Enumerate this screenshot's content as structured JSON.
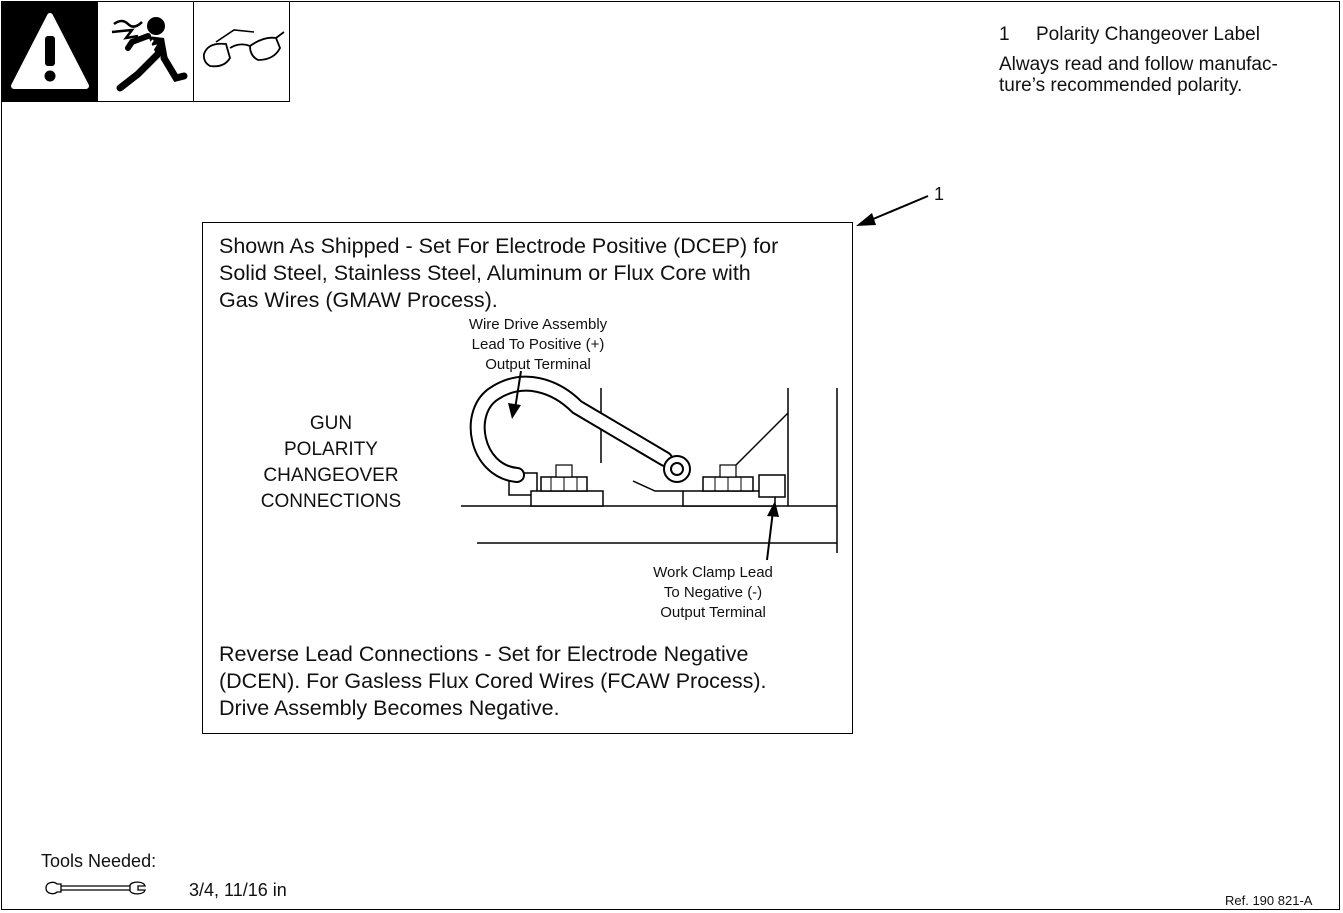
{
  "hazard_icons": [
    {
      "name": "warning-icon"
    },
    {
      "name": "electric-shock-icon"
    },
    {
      "name": "safety-glasses-icon"
    }
  ],
  "legend": {
    "number": "1",
    "title": "Polarity Changeover Label",
    "description": "Always read and follow manufac-\nture’s recommended polarity."
  },
  "pointer_number": "1",
  "label": {
    "top_text": "Shown As Shipped - Set For Electrode Positive (DCEP) for\nSolid Steel, Stainless Steel, Aluminum or Flux Core with\nGas Wires (GMAW Process).",
    "gun_title": "GUN\nPOLARITY\nCHANGEOVER\nCONNECTIONS",
    "callout_positive": "Wire Drive Assembly\nLead To Positive (+)\nOutput Terminal",
    "callout_negative": "Work Clamp Lead\nTo Negative (-)\nOutput Terminal",
    "bottom_text": "Reverse Lead Connections - Set for Electrode Negative\n(DCEN).  For Gasless Flux Cored Wires (FCAW Process).\nDrive Assembly Becomes Negative."
  },
  "tools": {
    "heading": "Tools Needed:",
    "wrench_icon": "wrench-icon",
    "sizes": "3/4, 11/16 in"
  },
  "reference": "Ref. 190 821-A"
}
